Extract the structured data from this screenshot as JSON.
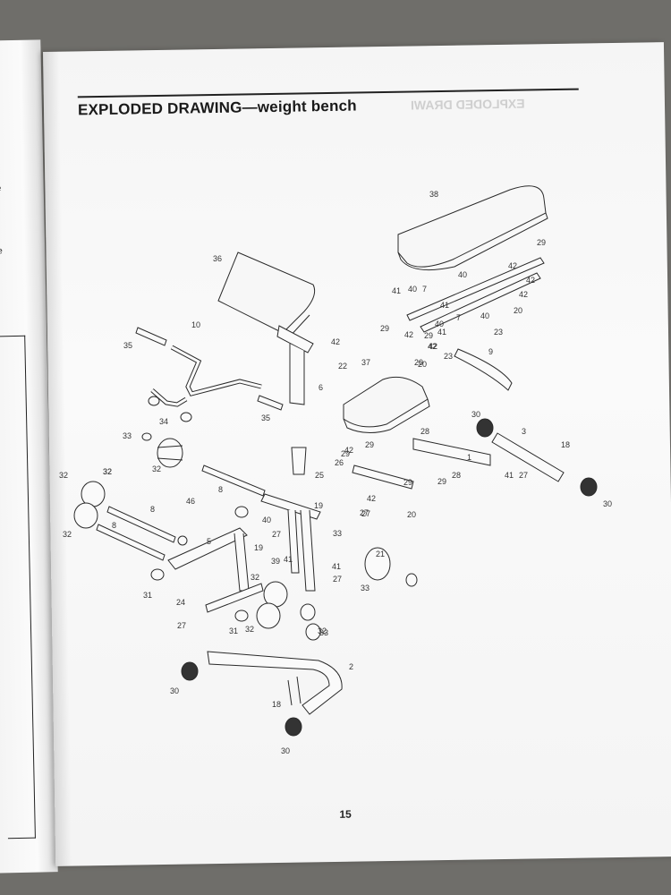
{
  "left_page": {
    "fragments": [
      "e",
      "e"
    ]
  },
  "page": {
    "heading": "EXPLODED DRAWING—weight bench",
    "mirror_ghost": "EXPLODED DRAWI",
    "page_number": "15"
  },
  "callouts": [
    "38",
    "29",
    "42",
    "42",
    "40",
    "41",
    "40",
    "7",
    "41",
    "29",
    "42",
    "20",
    "42",
    "40",
    "7",
    "40",
    "23",
    "42",
    "20",
    "41",
    "42",
    "29",
    "20",
    "23",
    "9",
    "36",
    "35",
    "10",
    "42",
    "22",
    "6",
    "37",
    "34",
    "35",
    "33",
    "32",
    "28",
    "29",
    "30",
    "3",
    "29",
    "42",
    "25",
    "26",
    "1",
    "28",
    "29",
    "8",
    "18",
    "41",
    "27",
    "30",
    "40",
    "19",
    "29",
    "42",
    "20",
    "32",
    "46",
    "27",
    "21",
    "8",
    "8",
    "5",
    "19",
    "27",
    "41",
    "41",
    "27",
    "33",
    "32",
    "31",
    "39",
    "32",
    "24",
    "27",
    "31",
    "32",
    "33",
    "33",
    "32",
    "2",
    "30",
    "18",
    "30",
    "32",
    "32",
    "27"
  ]
}
